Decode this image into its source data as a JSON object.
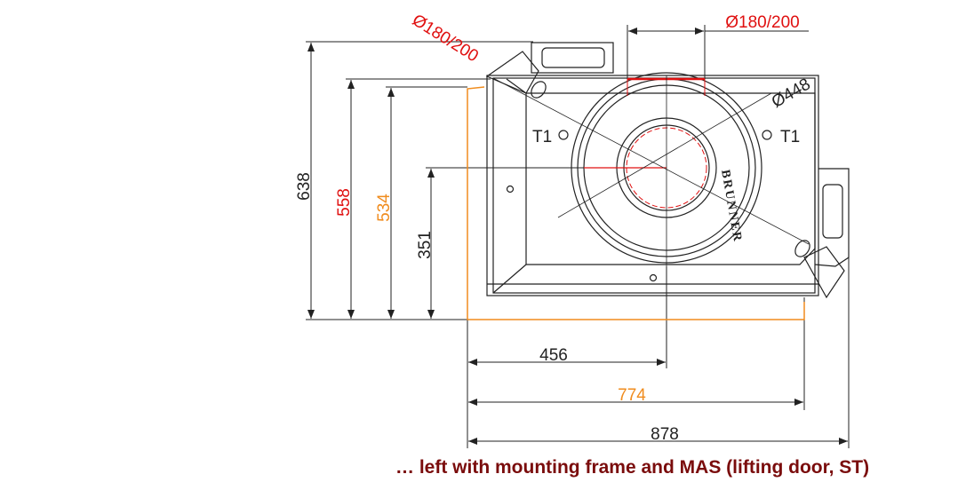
{
  "colors": {
    "black": "#222222",
    "red": "#e01010",
    "orange": "#f08c1e",
    "caption": "#7a0c0c"
  },
  "dimensions": {
    "height_total": "638",
    "height_red": "558",
    "height_orange": "534",
    "height_flue_center": "351",
    "width_center": "456",
    "width_frame": "774",
    "width_total": "878",
    "flue_top": "Ø180/200",
    "flue_side": "Ø180/200",
    "ring_diameter": "Ø448"
  },
  "labels": {
    "t1_left": "T1",
    "t1_right": "T1",
    "brand": "BRUNNER"
  },
  "caption": "… left with mounting frame and MAS (lifting door, ST)"
}
